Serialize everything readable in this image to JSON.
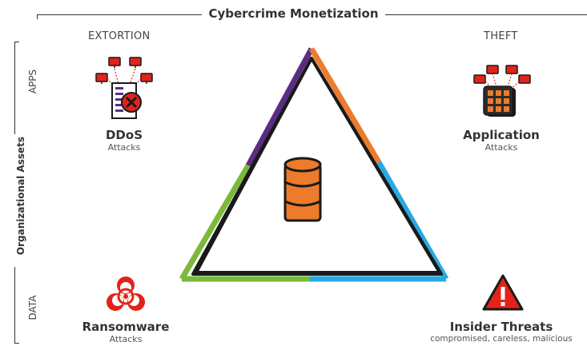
{
  "title": "Cybercrime Monetization",
  "columns": {
    "left": "EXTORTION",
    "right": "THEFT"
  },
  "axis": {
    "vertical": "Organizational Assets",
    "apps": "APPS",
    "data": "DATA"
  },
  "items": {
    "ddos": {
      "title": "DDoS",
      "subtitle": "Attacks"
    },
    "application": {
      "title": "Application",
      "subtitle": "Attacks"
    },
    "ransomware": {
      "title": "Ransomware",
      "subtitle": "Attacks"
    },
    "insider": {
      "title": "Insider Threats",
      "subtitle": "compromised, careless, malicious"
    }
  },
  "colors": {
    "purple": "#5b2d82",
    "orange": "#ec7b2c",
    "blue": "#29a9e0",
    "green": "#7bb93b",
    "red": "#e2231a",
    "dark": "#1a1a1a"
  }
}
